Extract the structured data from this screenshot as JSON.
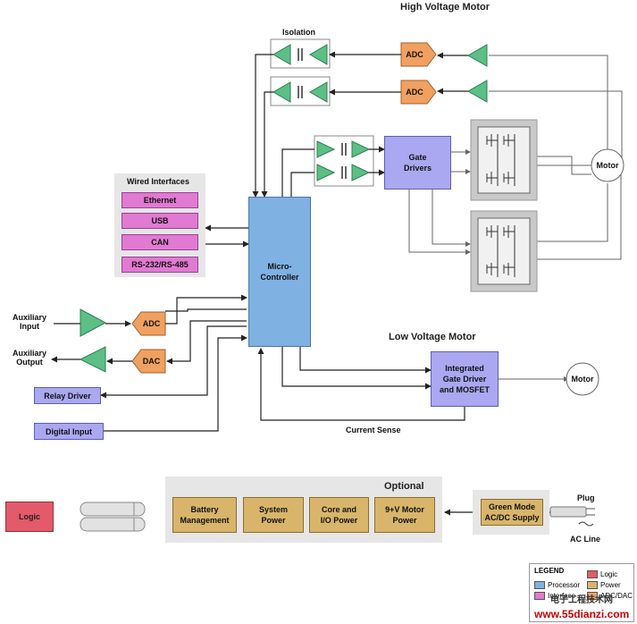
{
  "titles": {
    "high_voltage": "High Voltage Motor",
    "low_voltage": "Low Voltage Motor",
    "isolation": "Isolation",
    "wired_interfaces": "Wired Interfaces",
    "optional": "Optional"
  },
  "wired_interfaces": [
    "Ethernet",
    "USB",
    "CAN",
    "RS-232/RS-485"
  ],
  "blocks": {
    "mcu": "Micro-\nController",
    "gate_drivers": "Gate\nDrivers",
    "integrated_gate": "Integrated\nGate Driver\nand MOSFET",
    "adc1": "ADC",
    "adc2": "ADC",
    "adc3": "ADC",
    "dac": "DAC",
    "relay": "Relay Driver",
    "digital_input": "Digital Input",
    "motor_hv": "Motor",
    "motor_lv": "Motor",
    "logic": "Logic",
    "green_mode": "Green Mode\nAC/DC Supply"
  },
  "labels": {
    "aux_input": "Auxiliary\nInput",
    "aux_output": "Auxiliary\nOutput",
    "current_sense": "Current Sense",
    "plug": "Plug",
    "ac_line": "AC Line"
  },
  "power_blocks": [
    "Battery\nManagement",
    "System\nPower",
    "Core and\nI/O Power",
    "9+V Motor\nPower"
  ],
  "legend": {
    "title": "LEGEND",
    "items": [
      {
        "label": "Processor",
        "color": "#7fb1e2"
      },
      {
        "label": "Logic",
        "color": "#e35a6a"
      },
      {
        "label": "Interface",
        "color": "#e07ad2"
      },
      {
        "label": "Power",
        "color": "#d8b56a"
      },
      {
        "label": "ADC/DAC",
        "color": "#f0a060"
      }
    ]
  },
  "watermark": {
    "text_cn": "电子工程技术网",
    "url": "www.55dianzi.com"
  }
}
